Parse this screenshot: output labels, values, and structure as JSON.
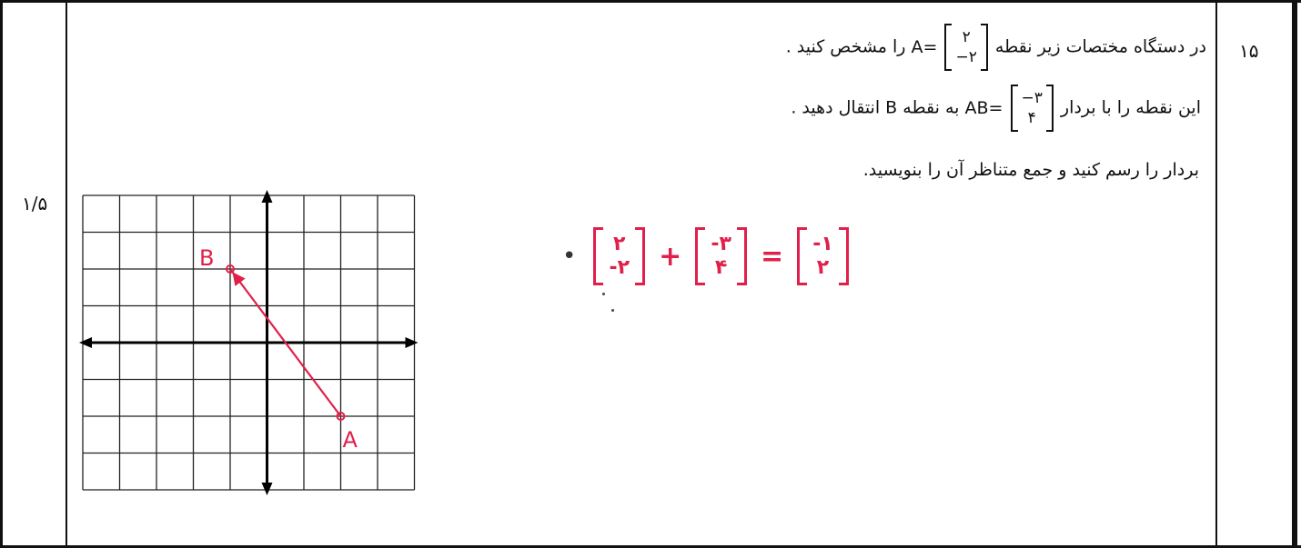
{
  "question": {
    "number": "۱۵",
    "score": "۱/۵",
    "line1": {
      "before_matrix": "در دستگاه مختصات زیر نقطه",
      "label": "A=",
      "matrix": [
        "۲",
        "−۲"
      ],
      "after_matrix": "را مشخص کنید ."
    },
    "line2": {
      "before_matrix": "این نقطه را با بردار",
      "label": "AB=",
      "matrix": [
        "−۳",
        "۴"
      ],
      "after_matrix": "به نقطه  B  انتقال دهید ."
    },
    "line3": "بردار را رسم کنید و جمع متناظر آن را بنویسید."
  },
  "handwritten_answer": {
    "m1": [
      "۲",
      "-۲"
    ],
    "m2": [
      "-۳",
      "۴"
    ],
    "m3": [
      "-۱",
      "۲"
    ],
    "plus": "+",
    "equals": "="
  },
  "graph": {
    "x_range": [
      -5,
      4
    ],
    "y_range": [
      -4,
      4
    ],
    "grid": true,
    "point_A": {
      "label": "A",
      "x": 2,
      "y": -2
    },
    "point_B": {
      "label": "B",
      "x": -1,
      "y": 2
    },
    "vector_color": "#e0204a"
  }
}
